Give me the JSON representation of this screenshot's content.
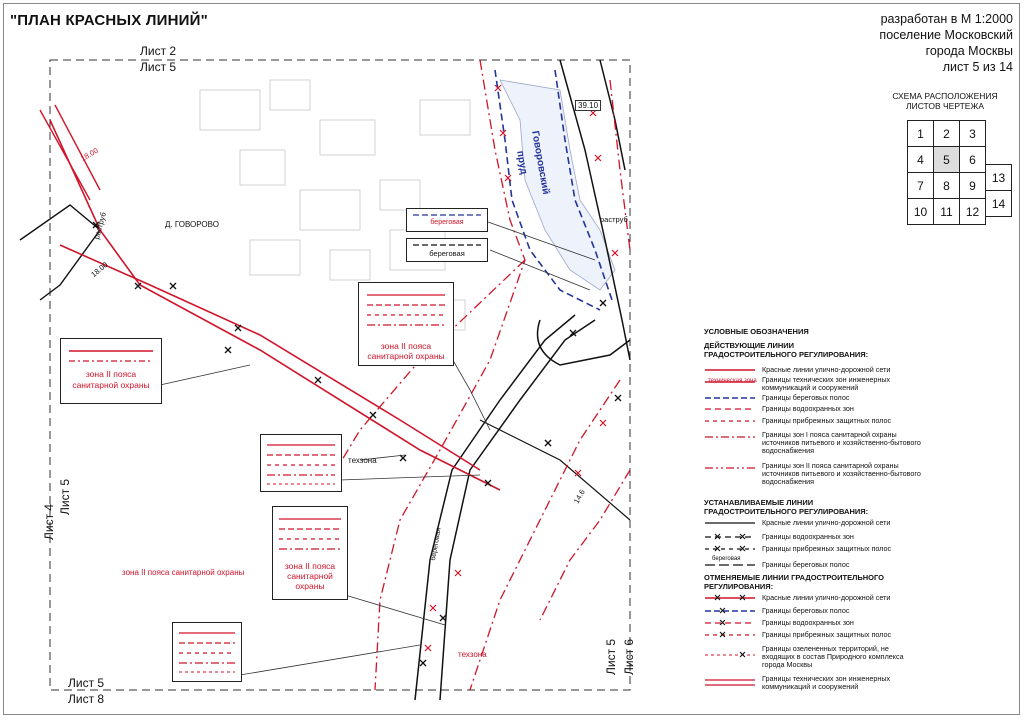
{
  "title": "\"ПЛАН КРАСНЫХ ЛИНИЙ\"",
  "header_info": {
    "scale": "разработан в М 1:2000",
    "settlement": "поселение Московский",
    "city": "города Москвы",
    "sheet": "лист 5 из 14"
  },
  "scheme": {
    "title": "СХЕМА РАСПОЛОЖЕНИЯ ЛИСТОВ ЧЕРТЕЖА",
    "cells": [
      "1",
      "2",
      "3",
      "4",
      "5",
      "6",
      "7",
      "8",
      "9",
      "10",
      "11",
      "12",
      "13",
      "14"
    ],
    "highlighted": "5"
  },
  "sheets": {
    "top_a": "Лист 2",
    "top_b": "Лист 5",
    "bottom_a": "Лист 5",
    "bottom_b": "Лист 8",
    "left_a": "Лист 4",
    "left_b": "Лист 5",
    "right_a": "Лист 5",
    "right_b": "Лист 6"
  },
  "map_labels": {
    "village": "Д. ГОВОРОВО",
    "pond_1": "Говоровский",
    "pond_2": "пруд",
    "dim_1": "39.10",
    "dim_2": "18.00",
    "dim_3": "18.00",
    "dim_4": "14.6",
    "texzona_1": "техзона",
    "texzona_2": "техзона",
    "zone_ii": "зона II пояса санитарной охраны",
    "beregovaya": "береговая",
    "rastrub_1": "раструб",
    "rastrub_2": "раструб"
  },
  "callouts": {
    "box1": {
      "line1": "зона II пояса",
      "line2": "санитарной охраны"
    },
    "box2": {
      "line1": "зона II пояса",
      "line2": "санитарной охраны"
    },
    "box3": {
      "line1": "зона II пояса",
      "line2": "санитарной",
      "line3": "охраны"
    },
    "box4_label": "береговая",
    "box5_label": "береговая",
    "tex_label": "техзона"
  },
  "legend": {
    "heading": "УСЛОВНЫЕ ОБОЗНАЧЕНИЯ",
    "existing_heading": "ДЕЙСТВУЮЩИЕ ЛИНИИ ГРАДОСТРОИТЕЛЬНОГО РЕГУЛИРОВАНИЯ:",
    "existing": [
      "Красные линии улично-дорожной сети",
      "Границы технических зон инженерных коммуникаций и сооружений",
      "Границы береговых полос",
      "Границы водоохранных зон",
      "Границы прибрежных защитных полос",
      "Границы зон I пояса санитарной охраны источников питьевого и хозяйственно-бытового водоснабжения",
      "Границы зон II пояса санитарной охраны источников питьевого и хозяйственно-бытового водоснабжения"
    ],
    "established_heading": "УСТАНАВЛИВАЕМЫЕ ЛИНИИ ГРАДОСТРОИТЕЛЬНОГО РЕГУЛИРОВАНИЯ:",
    "established": [
      "Красные линии улично-дорожной сети",
      "Границы водоохранных зон",
      "Границы прибрежных защитных полос",
      "Границы береговых полос"
    ],
    "cancelled_heading": "ОТМЕНЯЕМЫЕ ЛИНИИ ГРАДОСТРОИТЕЛЬНОГО РЕГУЛИРОВАНИЯ:",
    "cancelled": [
      "Красные линии улично-дорожной сети",
      "Границы береговых полос",
      "Границы водоохранных зон",
      "Границы прибрежных защитных полос",
      "Границы озелененных территорий, не входящих в состав Природного комплекса города Москвы",
      "Границы технических зон инженерных коммуникаций и сооружений"
    ],
    "tech_zone_sample": "техническая зона",
    "beregovaya_sample": "береговая"
  }
}
